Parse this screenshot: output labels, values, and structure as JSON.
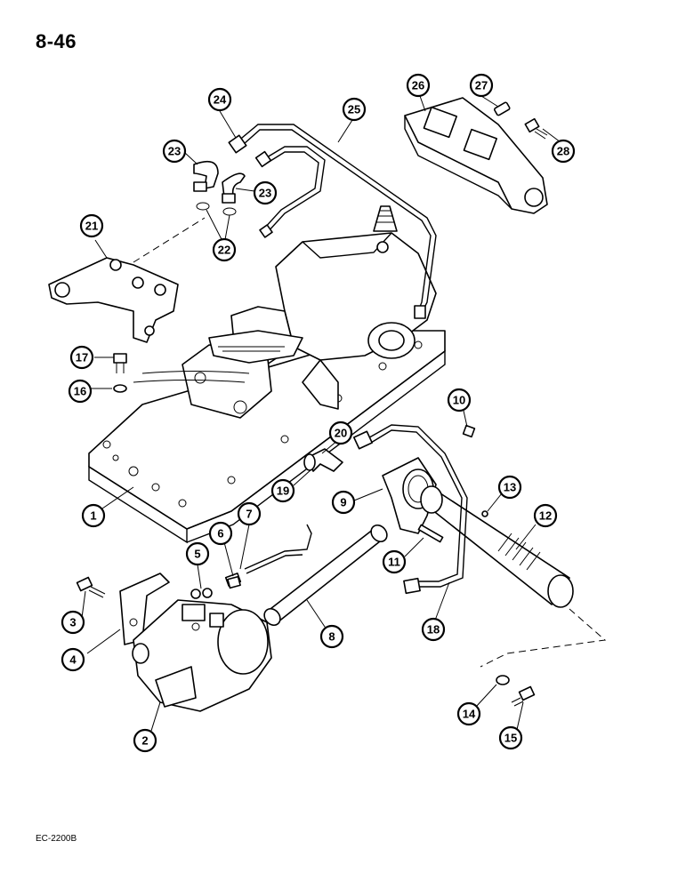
{
  "page": {
    "number": "8-46",
    "footer_code": "EC-2200B"
  },
  "callouts": [
    "1",
    "2",
    "3",
    "4",
    "5",
    "6",
    "7",
    "8",
    "9",
    "10",
    "11",
    "12",
    "13",
    "14",
    "15",
    "16",
    "17",
    "18",
    "19",
    "20",
    "21",
    "22",
    "23",
    "23",
    "24",
    "25",
    "26",
    "27",
    "28"
  ]
}
